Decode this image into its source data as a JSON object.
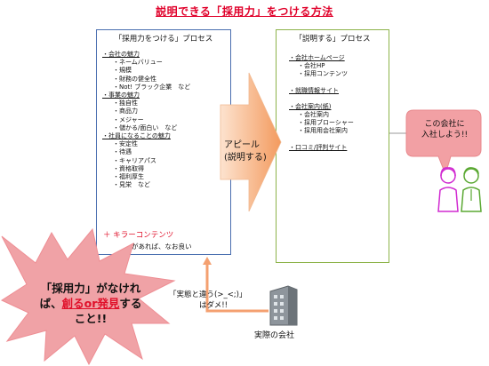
{
  "title": "説明できる「採用力」をつける方法",
  "left_box": {
    "title": "「採用力をつける」プロセス",
    "sections": [
      {
        "heading": "・会社の魅力",
        "items": [
          "・ネームバリュー",
          "・規模",
          "・財務の健全性",
          "・Not! ブラック企業　など"
        ]
      },
      {
        "heading": "・事業の魅力",
        "items": [
          "・独自性",
          "・商品力",
          "・メジャー",
          "・儲かる/面白い　など"
        ]
      },
      {
        "heading": "・社員になることの魅力",
        "items": [
          "・安定性",
          "・待遇",
          "・キャリアパス",
          "・資格取得",
          "・福利厚生",
          "・見栄　など"
        ]
      }
    ],
    "killer": "＋ キラーコンテンツ",
    "killer_note": "があれば、なお良い"
  },
  "arrow_label_1": "アピール",
  "arrow_label_2": "(説明する)",
  "right_box": {
    "title": "「説明する」プロセス",
    "sections": [
      {
        "heading": "・会社ホームページ",
        "items": [
          "・会社HP",
          "・採用コンテンツ"
        ]
      },
      {
        "heading": "・就職情報サイト",
        "items": []
      },
      {
        "heading": "・会社案内(紙)",
        "items": [
          "・会社案内",
          "・採用ブローシャー",
          "・採用用会社案内"
        ]
      },
      {
        "heading": "・口コミ/評判サイト",
        "items": []
      }
    ]
  },
  "bubble": {
    "line1": "この会社に",
    "line2": "入社しよう!!"
  },
  "burst": {
    "line1": "「採用力」がなけれ",
    "line2_pre": "ば、",
    "line2_red": "創るor発見",
    "line2_post": "する",
    "line3": "こと!!"
  },
  "reality_note": {
    "line1": "「実態と違う(>_<;)」",
    "line2": "はダメ!!"
  },
  "company_label": "実際の会社",
  "colors": {
    "title": "#e0002a",
    "left_border": "#4a6fb0",
    "right_border": "#8db34a",
    "arrow": "#f6b07a",
    "bubble": "#f2a0a4",
    "burst": "#f0a2a6"
  }
}
